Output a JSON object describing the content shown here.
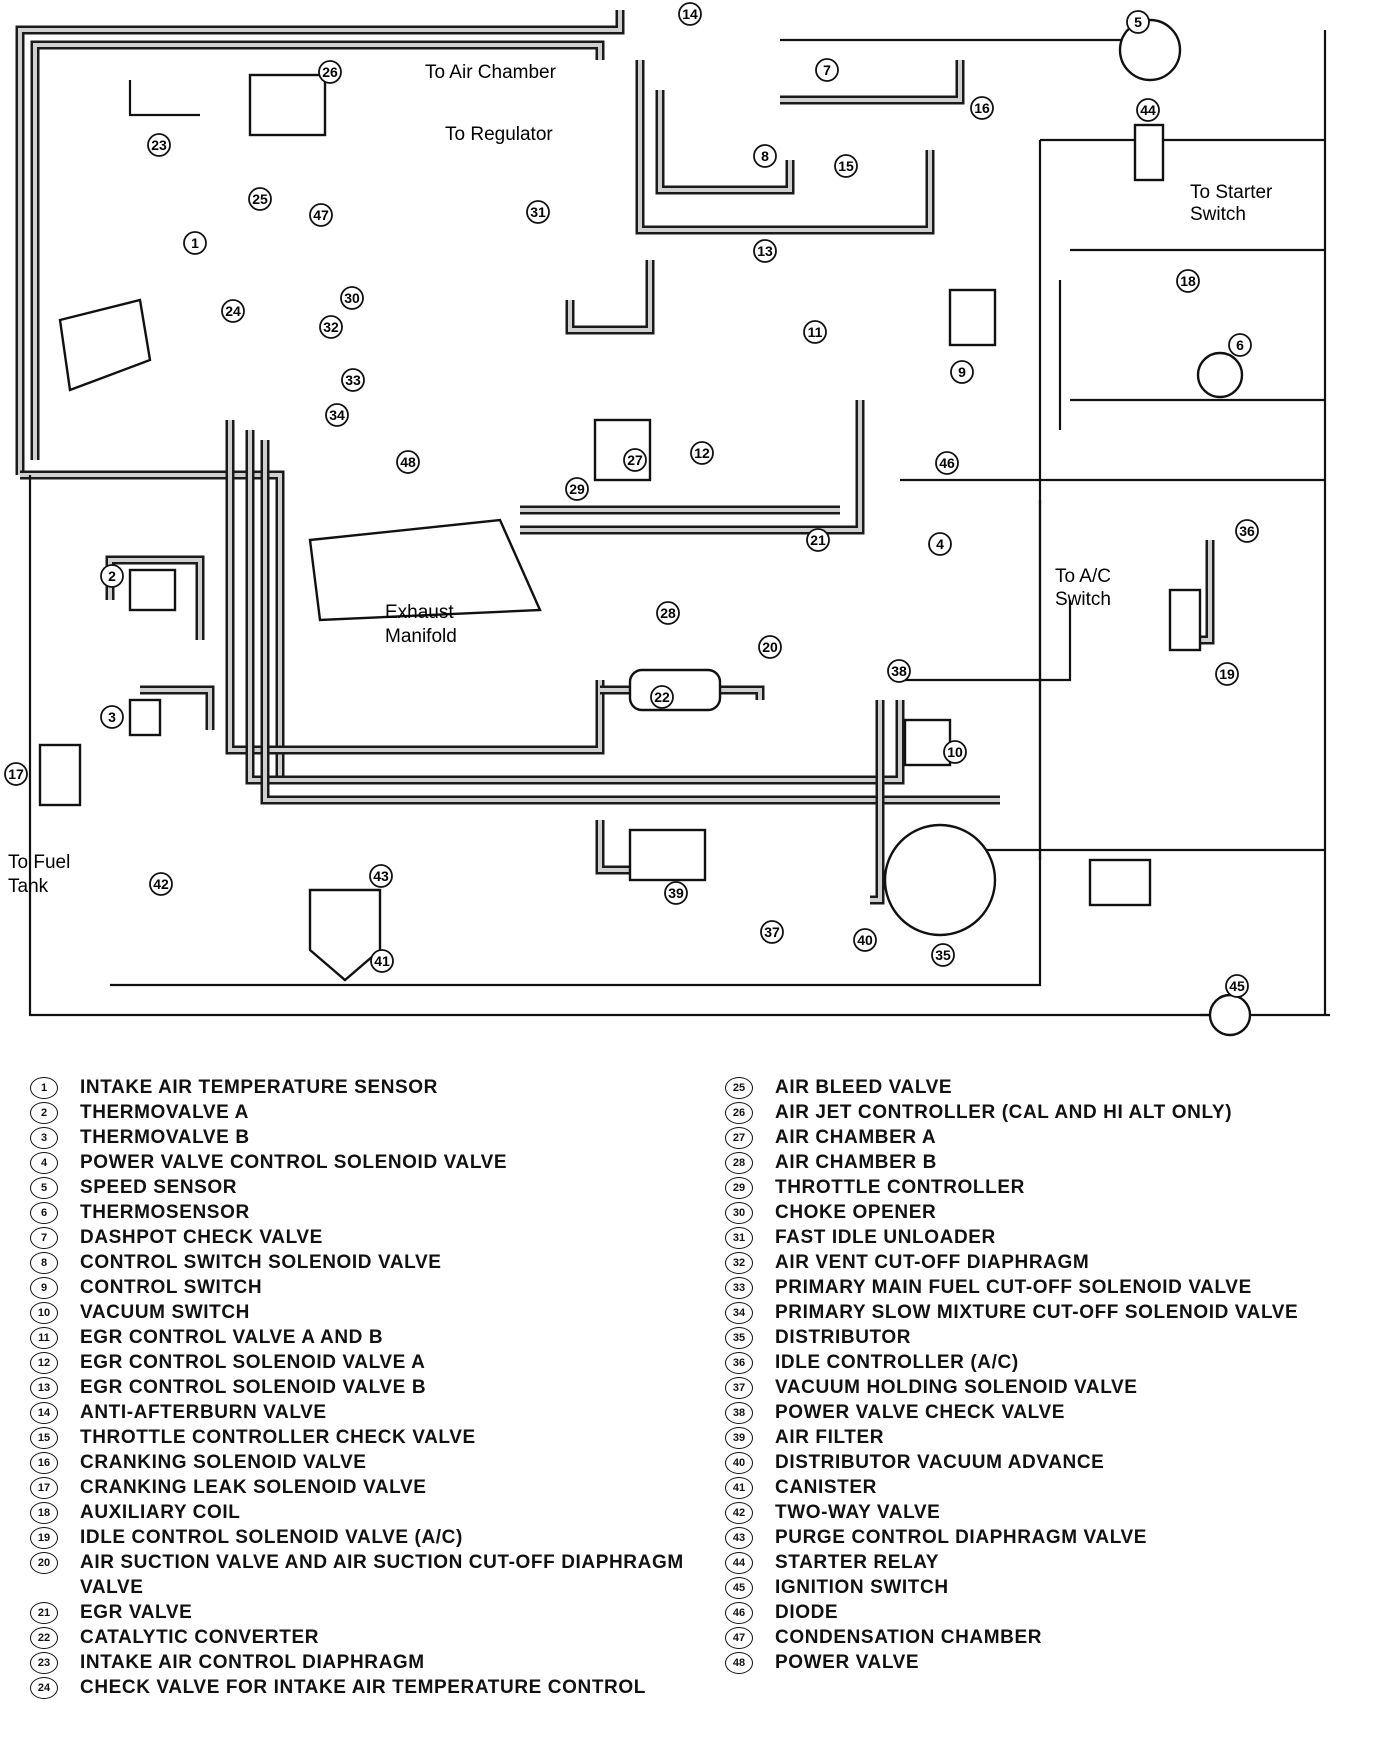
{
  "diagram": {
    "labels": {
      "to_air_chamber": "To Air Chamber",
      "to_regulator": "To Regulator",
      "to_starter_switch_1": "To Starter",
      "to_starter_switch_2": "Switch",
      "to_ac_switch_1": "To A/C",
      "to_ac_switch_2": "Switch",
      "exhaust_manifold_1": "Exhaust",
      "exhaust_manifold_2": "Manifold",
      "to_fuel_tank_1": "To Fuel",
      "to_fuel_tank_2": "Tank"
    },
    "callouts": [
      "1",
      "2",
      "3",
      "4",
      "5",
      "6",
      "7",
      "8",
      "9",
      "10",
      "11",
      "12",
      "13",
      "14",
      "15",
      "16",
      "17",
      "18",
      "19",
      "20",
      "21",
      "22",
      "23",
      "24",
      "25",
      "26",
      "27",
      "28",
      "29",
      "30",
      "31",
      "32",
      "33",
      "34",
      "35",
      "36",
      "37",
      "38",
      "39",
      "40",
      "41",
      "42",
      "43",
      "44",
      "45",
      "46",
      "47",
      "48"
    ]
  },
  "legend": {
    "left": [
      {
        "num": "1",
        "text": "INTAKE AIR TEMPERATURE SENSOR"
      },
      {
        "num": "2",
        "text": "THERMOVALVE A"
      },
      {
        "num": "3",
        "text": "THERMOVALVE B"
      },
      {
        "num": "4",
        "text": "POWER VALVE CONTROL SOLENOID VALVE"
      },
      {
        "num": "5",
        "text": "SPEED SENSOR"
      },
      {
        "num": "6",
        "text": "THERMOSENSOR"
      },
      {
        "num": "7",
        "text": "DASHPOT CHECK VALVE"
      },
      {
        "num": "8",
        "text": "CONTROL SWITCH SOLENOID VALVE"
      },
      {
        "num": "9",
        "text": "CONTROL SWITCH"
      },
      {
        "num": "10",
        "text": "VACUUM SWITCH"
      },
      {
        "num": "11",
        "text": "EGR CONTROL VALVE A AND B"
      },
      {
        "num": "12",
        "text": "EGR CONTROL SOLENOID VALVE A"
      },
      {
        "num": "13",
        "text": "EGR CONTROL SOLENOID VALVE B"
      },
      {
        "num": "14",
        "text": "ANTI-AFTERBURN VALVE"
      },
      {
        "num": "15",
        "text": "THROTTLE CONTROLLER CHECK VALVE"
      },
      {
        "num": "16",
        "text": "CRANKING SOLENOID VALVE"
      },
      {
        "num": "17",
        "text": "CRANKING LEAK SOLENOID VALVE"
      },
      {
        "num": "18",
        "text": "AUXILIARY COIL"
      },
      {
        "num": "19",
        "text": "IDLE CONTROL SOLENOID VALVE (A/C)"
      },
      {
        "num": "20",
        "text": "AIR SUCTION VALVE AND AIR SUCTION CUT-OFF DIAPHRAGM VALVE"
      },
      {
        "num": "21",
        "text": "EGR VALVE"
      },
      {
        "num": "22",
        "text": "CATALYTIC CONVERTER"
      },
      {
        "num": "23",
        "text": "INTAKE AIR CONTROL DIAPHRAGM"
      },
      {
        "num": "24",
        "text": "CHECK VALVE FOR INTAKE AIR TEMPERATURE CONTROL"
      }
    ],
    "right": [
      {
        "num": "25",
        "text": "AIR BLEED VALVE"
      },
      {
        "num": "26",
        "text": "AIR JET CONTROLLER (CAL AND HI ALT ONLY)"
      },
      {
        "num": "27",
        "text": "AIR CHAMBER A"
      },
      {
        "num": "28",
        "text": "AIR CHAMBER B"
      },
      {
        "num": "29",
        "text": "THROTTLE CONTROLLER"
      },
      {
        "num": "30",
        "text": "CHOKE OPENER"
      },
      {
        "num": "31",
        "text": "FAST IDLE UNLOADER"
      },
      {
        "num": "32",
        "text": "AIR VENT CUT-OFF DIAPHRAGM"
      },
      {
        "num": "33",
        "text": "PRIMARY MAIN FUEL CUT-OFF SOLENOID VALVE"
      },
      {
        "num": "34",
        "text": "PRIMARY SLOW MIXTURE CUT-OFF SOLENOID VALVE"
      },
      {
        "num": "35",
        "text": "DISTRIBUTOR"
      },
      {
        "num": "36",
        "text": "IDLE CONTROLLER (A/C)"
      },
      {
        "num": "37",
        "text": "VACUUM HOLDING SOLENOID VALVE"
      },
      {
        "num": "38",
        "text": "POWER VALVE CHECK VALVE"
      },
      {
        "num": "39",
        "text": "AIR FILTER"
      },
      {
        "num": "40",
        "text": "DISTRIBUTOR VACUUM ADVANCE"
      },
      {
        "num": "41",
        "text": "CANISTER"
      },
      {
        "num": "42",
        "text": "TWO-WAY VALVE"
      },
      {
        "num": "43",
        "text": "PURGE CONTROL DIAPHRAGM VALVE"
      },
      {
        "num": "44",
        "text": "STARTER RELAY"
      },
      {
        "num": "45",
        "text": "IGNITION SWITCH"
      },
      {
        "num": "46",
        "text": "DIODE"
      },
      {
        "num": "47",
        "text": "CONDENSATION CHAMBER"
      },
      {
        "num": "48",
        "text": "POWER VALVE"
      }
    ]
  }
}
